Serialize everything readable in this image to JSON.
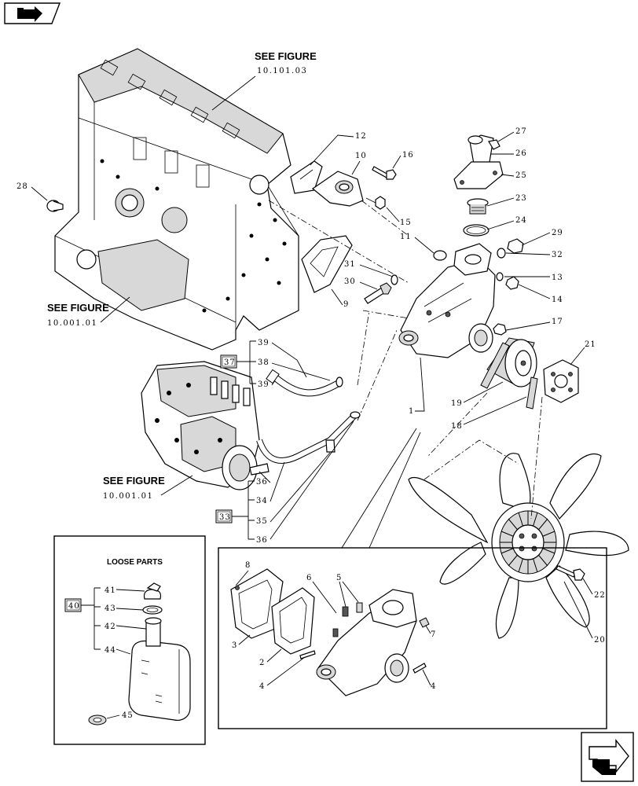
{
  "callouts": {
    "see_top": {
      "title": "SEE FIGURE",
      "ref": "10.101.03"
    },
    "see_left": {
      "title": "SEE FIGURE",
      "ref": "10.001.01"
    },
    "see_pump": {
      "title": "SEE FIGURE",
      "ref": "10.001.01"
    }
  },
  "loose_parts": {
    "title": "LOOSE PARTS"
  },
  "boxed_groups": {
    "g37": "37",
    "g33": "33",
    "g40": "40"
  },
  "labels": {
    "n1": "1",
    "n2": "2",
    "n3": "3",
    "n4a": "4",
    "n4b": "4",
    "n5": "5",
    "n6": "6",
    "n7": "7",
    "n8": "8",
    "n9": "9",
    "n10": "10",
    "n11": "11",
    "n12": "12",
    "n13": "13",
    "n14": "14",
    "n15": "15",
    "n16": "16",
    "n17": "17",
    "n18": "18",
    "n19": "19",
    "n20": "20",
    "n21": "21",
    "n22": "22",
    "n23": "23",
    "n24": "24",
    "n25": "25",
    "n26": "26",
    "n27": "27",
    "n28": "28",
    "n29": "29",
    "n30": "30",
    "n31": "31",
    "n32": "32",
    "n34": "34",
    "n35": "35",
    "n36a": "36",
    "n36b": "36",
    "n38": "38",
    "n39a": "39",
    "n39b": "39",
    "n41": "41",
    "n42": "42",
    "n43": "43",
    "n44": "44",
    "n45": "45"
  },
  "icons": {
    "top_left": "back-arrow-icon",
    "bottom_right": "next-page-arrow-icon"
  }
}
